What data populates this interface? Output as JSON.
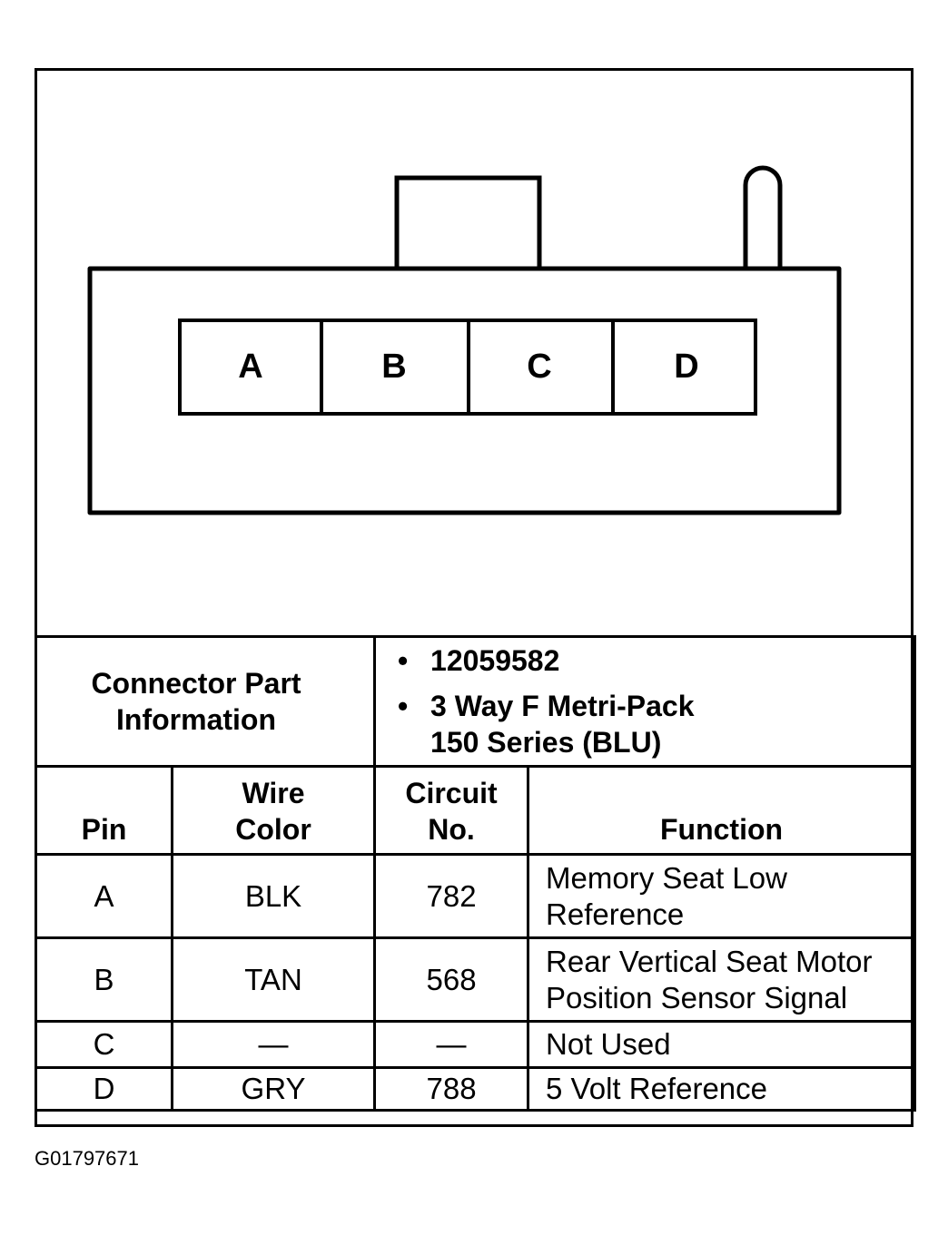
{
  "diagram": {
    "pins": [
      "A",
      "B",
      "C",
      "D"
    ]
  },
  "part_info": {
    "label_line1": "Connector Part",
    "label_line2": "Information",
    "part_number": "12059582",
    "description_line1": "3 Way F Metri-Pack",
    "description_line2": "150 Series (BLU)",
    "bullet": "•"
  },
  "table": {
    "headers": {
      "pin": "Pin",
      "wire_color_line1": "Wire",
      "wire_color_line2": "Color",
      "circuit_line1": "Circuit",
      "circuit_line2": "No.",
      "function": "Function"
    },
    "rows": [
      {
        "pin": "A",
        "wire": "BLK",
        "circuit": "782",
        "function_line1": "Memory Seat Low",
        "function_line2": "Reference"
      },
      {
        "pin": "B",
        "wire": "TAN",
        "circuit": "568",
        "function_line1": "Rear Vertical Seat Motor",
        "function_line2": "Position Sensor Signal"
      },
      {
        "pin": "C",
        "wire": "—",
        "circuit": "—",
        "function_line1": "Not Used"
      },
      {
        "pin": "D",
        "wire": "GRY",
        "circuit": "788",
        "function_line1": "5 Volt Reference"
      }
    ]
  },
  "figure_id": "G01797671"
}
